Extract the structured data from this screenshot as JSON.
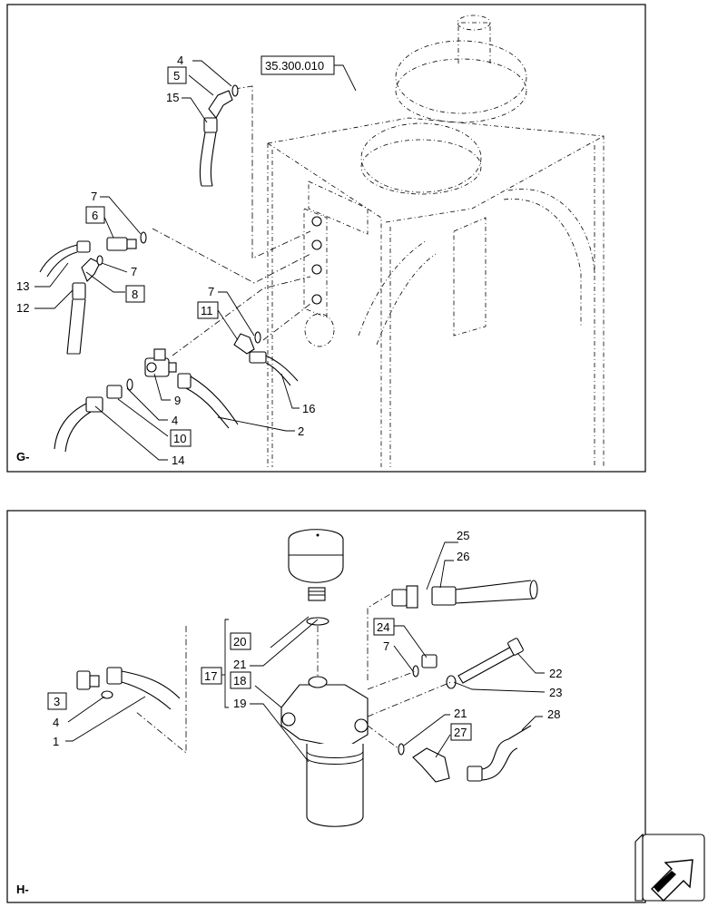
{
  "reference": "35.300.010",
  "sections": {
    "g": {
      "id": "G-"
    },
    "h": {
      "id": "H-"
    }
  },
  "callouts_g": {
    "c4a": "4",
    "c5": "5",
    "c15": "15",
    "c7a": "7",
    "c6": "6",
    "c7b": "7",
    "c8": "8",
    "c13": "13",
    "c12": "12",
    "c7c": "7",
    "c11": "11",
    "c16": "16",
    "c9": "9",
    "c4b": "4",
    "c2": "2",
    "c10": "10",
    "c14": "14"
  },
  "callouts_h": {
    "c25": "25",
    "c26": "26",
    "c20": "20",
    "c21a": "21",
    "c17": "17",
    "c18": "18",
    "c19": "19",
    "c24": "24",
    "c7": "7",
    "c22": "22",
    "c23": "23",
    "c3": "3",
    "c4": "4",
    "c1": "1",
    "c21b": "21",
    "c27": "27",
    "c28": "28"
  },
  "icons": {
    "nav": "arrow-navigation-icon"
  }
}
